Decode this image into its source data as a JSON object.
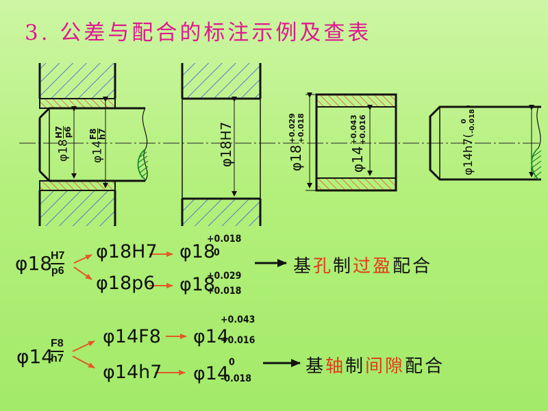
{
  "title": "3. 公差与配合的标注示例及查表",
  "drawing": {
    "d1_main": "φ18",
    "d1_frac_top": "H7",
    "d1_frac_bottom": "p6",
    "d1b_main": "φ14",
    "d1b_frac_top": "F8",
    "d1b_frac_bottom": "h7",
    "d2_label": "φ18H7",
    "d3_main": "φ18",
    "d3_upper": "+0.029",
    "d3_lower": "+0.018",
    "d3b_main": "φ14",
    "d3b_upper": "+0.043",
    "d3b_lower": "+0.016",
    "d4_label": "φ14h7(",
    "d4_upper": "0",
    "d4_lower": "-0.018",
    "d4_close": ")"
  },
  "fit1": {
    "main": "φ18",
    "frac_top": "H7",
    "frac_bottom": "p6",
    "hole": "φ18H7",
    "hole_val": "φ18",
    "hole_upper": "+0.018",
    "hole_lower": "0",
    "shaft": "φ18p6",
    "shaft_val": "φ18",
    "shaft_upper": "+0.029",
    "shaft_lower": "+0.018",
    "result_prefix": "基",
    "result_red1": "孔",
    "result_mid": "制",
    "result_red2": "过盈",
    "result_suffix": "配合"
  },
  "fit2": {
    "main": "φ14",
    "frac_top": "F8",
    "frac_bottom": "h7",
    "hole": "φ14F8",
    "hole_val": "φ14",
    "hole_upper": "+0.043",
    "hole_lower": "+0.016",
    "shaft": "φ14h7",
    "shaft_val": "φ14",
    "shaft_upper": "0",
    "shaft_lower": "-0.018",
    "result_prefix": "基",
    "result_red1": "轴",
    "result_mid": "制",
    "result_red2": "间隙",
    "result_suffix": "配合"
  },
  "colors": {
    "title": "#e0188e",
    "hatch_blue": "#3a5fd8",
    "hatch_red": "#e03a18",
    "break_green": "#1a8a2a",
    "arrow_red": "#e05a28"
  }
}
